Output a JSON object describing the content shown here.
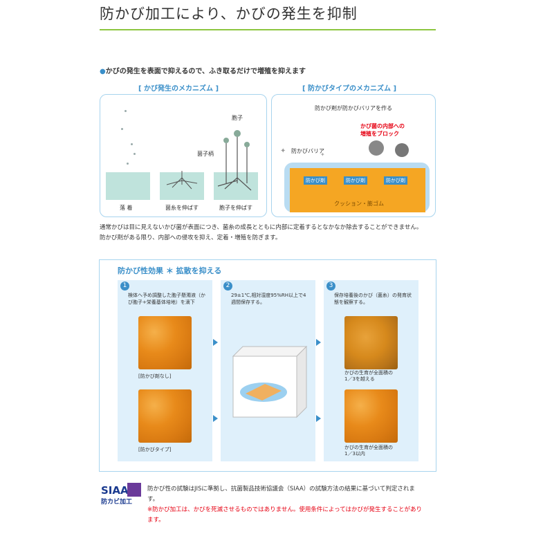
{
  "title": "防かび加工により、かびの発生を抑制",
  "lead": {
    "bullet": "●",
    "text": "かびの発生を表面で抑えるので、ふき取るだけで増殖を抑えます"
  },
  "mechanism_left": {
    "heading": "[ かび発生のメカニズム ]",
    "label_spore": "胞子",
    "label_conidiophore": "菌子柄",
    "captions": [
      "落 着",
      "菌糸を伸ばす",
      "胞子を伸ばす"
    ]
  },
  "mechanism_right": {
    "heading": "[ 防かびタイプのメカニズム ]",
    "top_text": "防かび剤が防かびバリアを作る",
    "barrier_label": "防かびバリア",
    "block_line1": "かび菌の内部への",
    "block_line2": "増殖をブロック",
    "agent_tags": [
      "防かび剤",
      "防かび剤",
      "防かび剤"
    ],
    "base_label": "クッション・膨ゴム"
  },
  "note": {
    "line1": "通常かびは目に見えないかび菌が表面につき、菌糸の成長とともに内部に定着するとなかなか除去することができません。",
    "line2": "防かび剤がある限り、内部への侵攻を抑え、定着・増殖を防ぎます。"
  },
  "effect": {
    "heading": "防かび性効果 ＊ 拡散を抑える",
    "steps": [
      {
        "num": "1",
        "text": "検体へ予め調整した胞子懸濁液（かび胞子+栄養基体培地）を滴下"
      },
      {
        "num": "2",
        "text": "29±1℃,相対湿度95%RH以上で4週間保存する。"
      },
      {
        "num": "3",
        "text": "保存培養後のかび（菌糸）の発育状態を観察する。"
      }
    ],
    "sample_labels": [
      "[防かび剤なし]",
      "[防かびタイプ]"
    ],
    "result_labels": [
      {
        "l1": "かびの生育が全面積の",
        "l2": "1／3を越える"
      },
      {
        "l1": "かびの生育が全面積の",
        "l2": "1／3以内"
      }
    ]
  },
  "footer": {
    "logo_text": "SIAA",
    "logo_sub": "防カビ加工",
    "line1": "防かび性の試験はJISに準拠し、抗菌製品技術協議会（SIAA）の試験方法の結果に基づいて判定されま",
    "line2": "す。",
    "warn1": "※防かび加工は、かびを死滅させるものではありません。使用条件によってはかびが発生することがあり",
    "warn2": "ます。"
  },
  "colors": {
    "accent": "#3a8fc9",
    "rule": "#8cc63f",
    "warning": "#e60012",
    "cushion": "#f5a623"
  }
}
